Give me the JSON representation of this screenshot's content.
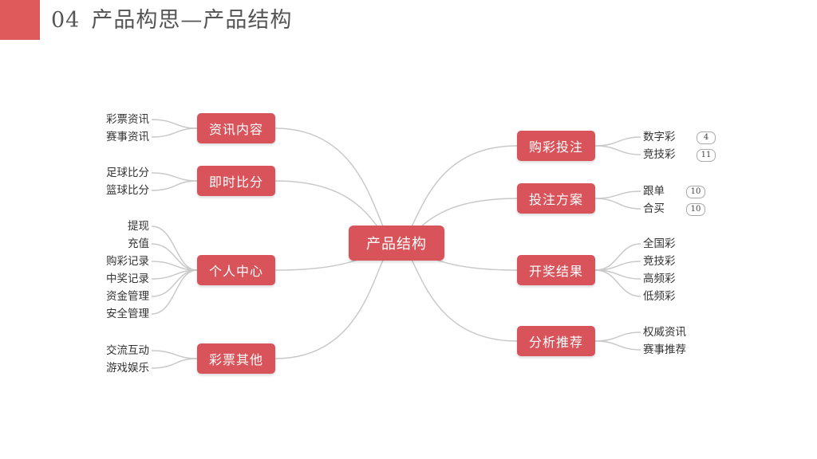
{
  "header": {
    "number": "04",
    "title": "产品构思—产品结构",
    "accent_color": "#df5a5a"
  },
  "diagram": {
    "center": "产品结构",
    "node_color": "#d9545a",
    "left": [
      {
        "label": "资讯内容",
        "children": [
          "彩票资讯",
          "赛事资讯"
        ]
      },
      {
        "label": "即时比分",
        "children": [
          "足球比分",
          "篮球比分"
        ]
      },
      {
        "label": "个人中心",
        "children": [
          "提现",
          "充值",
          "购彩记录",
          "中奖记录",
          "资金管理",
          "安全管理"
        ]
      },
      {
        "label": "彩票其他",
        "children": [
          "交流互动",
          "游戏娱乐"
        ]
      }
    ],
    "right": [
      {
        "label": "购彩投注",
        "children": [
          {
            "text": "数字彩",
            "badge": "4"
          },
          {
            "text": "竞技彩",
            "badge": "11"
          }
        ]
      },
      {
        "label": "投注方案",
        "children": [
          {
            "text": "跟单",
            "badge": "10"
          },
          {
            "text": "合买",
            "badge": "10"
          }
        ]
      },
      {
        "label": "开奖结果",
        "children": [
          {
            "text": "全国彩"
          },
          {
            "text": "竞技彩"
          },
          {
            "text": "高频彩"
          },
          {
            "text": "低频彩"
          }
        ]
      },
      {
        "label": "分析推荐",
        "children": [
          {
            "text": "权威资讯"
          },
          {
            "text": "赛事推荐"
          }
        ]
      }
    ]
  }
}
